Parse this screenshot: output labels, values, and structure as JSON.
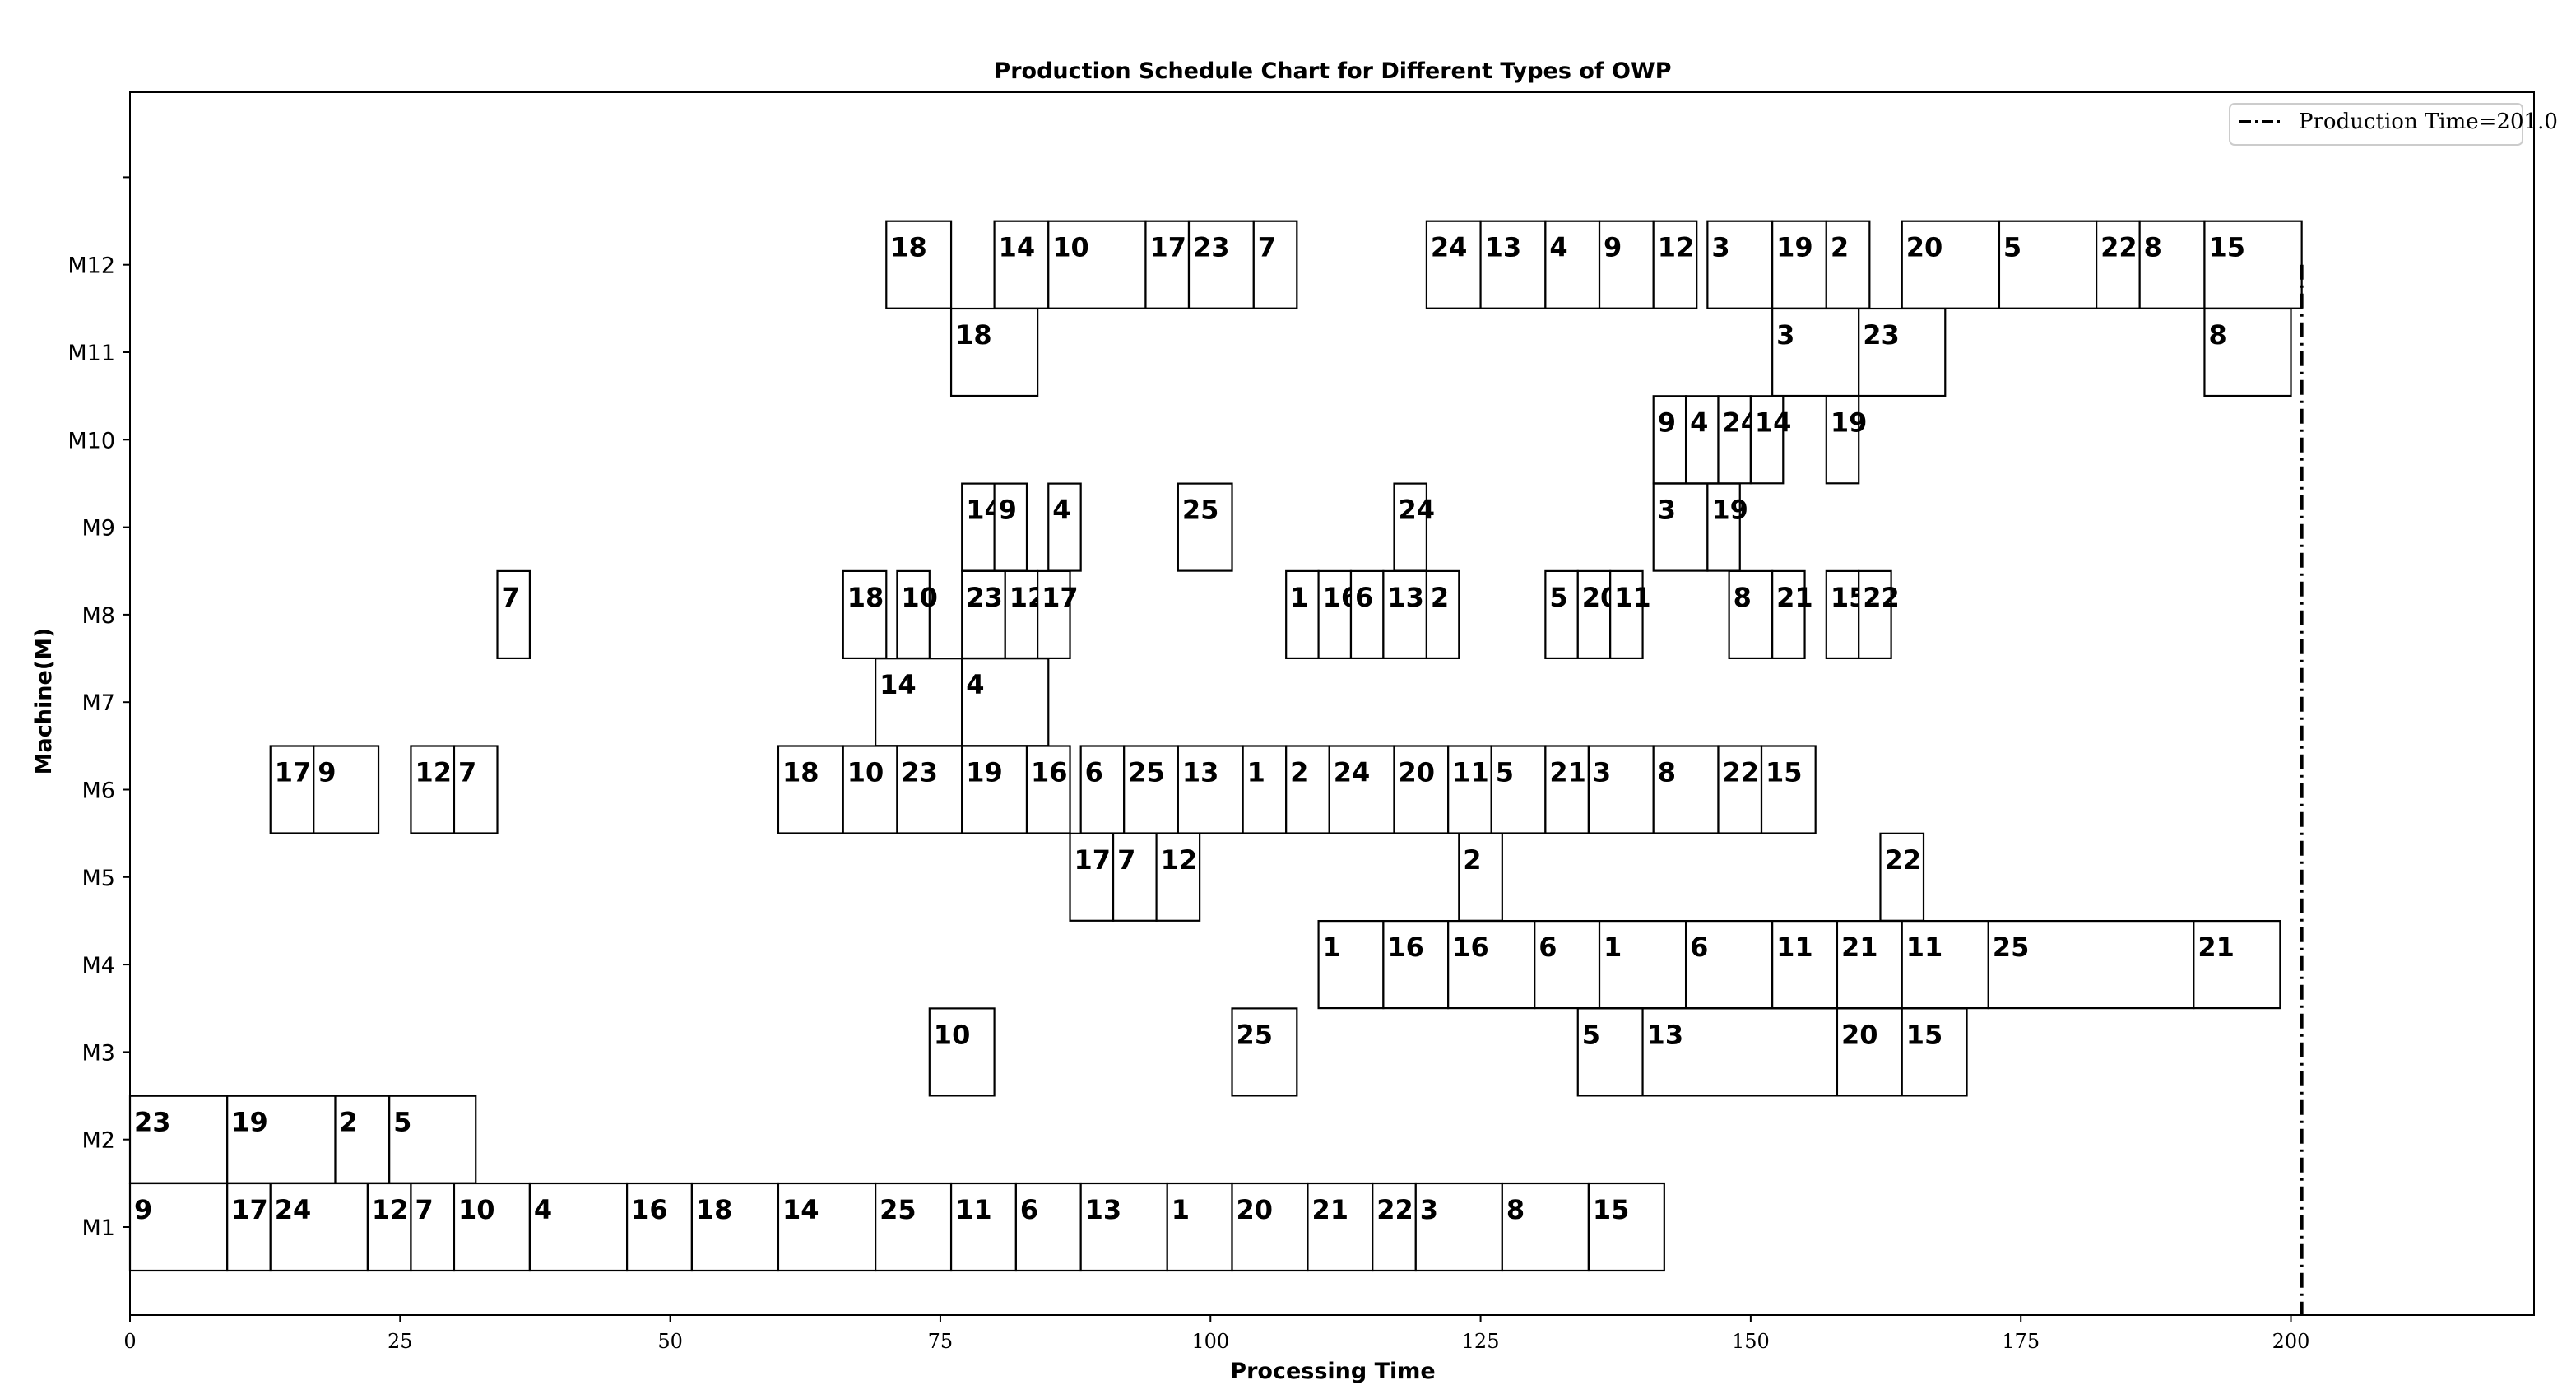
{
  "chart_data": {
    "type": "gantt",
    "title": "Production Schedule Chart for Different Types of OWP",
    "xlabel": "Processing Time",
    "ylabel": "Machine(M)",
    "xlim": [
      0,
      222.5
    ],
    "xticks": [
      0,
      25,
      50,
      75,
      100,
      125,
      150,
      175,
      200
    ],
    "machines": [
      "M1",
      "M2",
      "M3",
      "M4",
      "M5",
      "M6",
      "M7",
      "M8",
      "M9",
      "M10",
      "M11",
      "M12"
    ],
    "grid": false,
    "legend": {
      "placement": "top-right",
      "label": "Production Time=201.0"
    },
    "makespan": 201.0,
    "tasks": [
      {
        "machine": "M1",
        "job": "9",
        "start": 0,
        "end": 9
      },
      {
        "machine": "M1",
        "job": "17",
        "start": 9,
        "end": 13
      },
      {
        "machine": "M1",
        "job": "24",
        "start": 13,
        "end": 22
      },
      {
        "machine": "M1",
        "job": "12",
        "start": 22,
        "end": 26
      },
      {
        "machine": "M1",
        "job": "7",
        "start": 26,
        "end": 30
      },
      {
        "machine": "M1",
        "job": "10",
        "start": 30,
        "end": 37
      },
      {
        "machine": "M1",
        "job": "4",
        "start": 37,
        "end": 46
      },
      {
        "machine": "M1",
        "job": "16",
        "start": 46,
        "end": 52
      },
      {
        "machine": "M1",
        "job": "18",
        "start": 52,
        "end": 60
      },
      {
        "machine": "M1",
        "job": "14",
        "start": 60,
        "end": 69
      },
      {
        "machine": "M1",
        "job": "25",
        "start": 69,
        "end": 76
      },
      {
        "machine": "M1",
        "job": "11",
        "start": 76,
        "end": 82
      },
      {
        "machine": "M1",
        "job": "6",
        "start": 82,
        "end": 88
      },
      {
        "machine": "M1",
        "job": "13",
        "start": 88,
        "end": 96
      },
      {
        "machine": "M1",
        "job": "1",
        "start": 96,
        "end": 102
      },
      {
        "machine": "M1",
        "job": "20",
        "start": 102,
        "end": 109
      },
      {
        "machine": "M1",
        "job": "21",
        "start": 109,
        "end": 115
      },
      {
        "machine": "M1",
        "job": "22",
        "start": 115,
        "end": 119
      },
      {
        "machine": "M1",
        "job": "3",
        "start": 119,
        "end": 127
      },
      {
        "machine": "M1",
        "job": "8",
        "start": 127,
        "end": 135
      },
      {
        "machine": "M1",
        "job": "15",
        "start": 135,
        "end": 142
      },
      {
        "machine": "M2",
        "job": "23",
        "start": 0,
        "end": 9
      },
      {
        "machine": "M2",
        "job": "19",
        "start": 9,
        "end": 19
      },
      {
        "machine": "M2",
        "job": "2",
        "start": 19,
        "end": 24
      },
      {
        "machine": "M2",
        "job": "5",
        "start": 24,
        "end": 32
      },
      {
        "machine": "M3",
        "job": "10",
        "start": 74,
        "end": 80
      },
      {
        "machine": "M3",
        "job": "25",
        "start": 102,
        "end": 108
      },
      {
        "machine": "M3",
        "job": "5",
        "start": 134,
        "end": 140
      },
      {
        "machine": "M3",
        "job": "13",
        "start": 140,
        "end": 158
      },
      {
        "machine": "M3",
        "job": "20",
        "start": 158,
        "end": 164
      },
      {
        "machine": "M3",
        "job": "15",
        "start": 164,
        "end": 170
      },
      {
        "machine": "M4",
        "job": "1",
        "start": 110,
        "end": 116
      },
      {
        "machine": "M4",
        "job": "16",
        "start": 116,
        "end": 122
      },
      {
        "machine": "M4",
        "job": "16",
        "start": 122,
        "end": 130
      },
      {
        "machine": "M4",
        "job": "6",
        "start": 130,
        "end": 136
      },
      {
        "machine": "M4",
        "job": "1",
        "start": 136,
        "end": 144
      },
      {
        "machine": "M4",
        "job": "6",
        "start": 144,
        "end": 152
      },
      {
        "machine": "M4",
        "job": "11",
        "start": 152,
        "end": 158
      },
      {
        "machine": "M4",
        "job": "21",
        "start": 158,
        "end": 164
      },
      {
        "machine": "M4",
        "job": "11",
        "start": 164,
        "end": 172
      },
      {
        "machine": "M4",
        "job": "25",
        "start": 172,
        "end": 191
      },
      {
        "machine": "M4",
        "job": "21",
        "start": 191,
        "end": 199
      },
      {
        "machine": "M5",
        "job": "17",
        "start": 87,
        "end": 91
      },
      {
        "machine": "M5",
        "job": "7",
        "start": 91,
        "end": 95
      },
      {
        "machine": "M5",
        "job": "12",
        "start": 95,
        "end": 99
      },
      {
        "machine": "M5",
        "job": "2",
        "start": 123,
        "end": 127
      },
      {
        "machine": "M5",
        "job": "22",
        "start": 162,
        "end": 166
      },
      {
        "machine": "M6",
        "job": "17",
        "start": 13,
        "end": 17
      },
      {
        "machine": "M6",
        "job": "9",
        "start": 17,
        "end": 23
      },
      {
        "machine": "M6",
        "job": "12",
        "start": 26,
        "end": 30
      },
      {
        "machine": "M6",
        "job": "7",
        "start": 30,
        "end": 34
      },
      {
        "machine": "M6",
        "job": "18",
        "start": 60,
        "end": 66
      },
      {
        "machine": "M6",
        "job": "10",
        "start": 66,
        "end": 71
      },
      {
        "machine": "M6",
        "job": "23",
        "start": 71,
        "end": 77
      },
      {
        "machine": "M6",
        "job": "19",
        "start": 77,
        "end": 83
      },
      {
        "machine": "M6",
        "job": "16",
        "start": 83,
        "end": 87
      },
      {
        "machine": "M6",
        "job": "6",
        "start": 88,
        "end": 92
      },
      {
        "machine": "M6",
        "job": "25",
        "start": 92,
        "end": 97
      },
      {
        "machine": "M6",
        "job": "13",
        "start": 97,
        "end": 103
      },
      {
        "machine": "M6",
        "job": "1",
        "start": 103,
        "end": 107
      },
      {
        "machine": "M6",
        "job": "2",
        "start": 107,
        "end": 111
      },
      {
        "machine": "M6",
        "job": "24",
        "start": 111,
        "end": 117
      },
      {
        "machine": "M6",
        "job": "20",
        "start": 117,
        "end": 122
      },
      {
        "machine": "M6",
        "job": "11",
        "start": 122,
        "end": 126
      },
      {
        "machine": "M6",
        "job": "5",
        "start": 126,
        "end": 131
      },
      {
        "machine": "M6",
        "job": "21",
        "start": 131,
        "end": 135
      },
      {
        "machine": "M6",
        "job": "3",
        "start": 135,
        "end": 141
      },
      {
        "machine": "M6",
        "job": "8",
        "start": 141,
        "end": 147
      },
      {
        "machine": "M6",
        "job": "22",
        "start": 147,
        "end": 151
      },
      {
        "machine": "M6",
        "job": "15",
        "start": 151,
        "end": 156
      },
      {
        "machine": "M7",
        "job": "14",
        "start": 69,
        "end": 77
      },
      {
        "machine": "M7",
        "job": "4",
        "start": 77,
        "end": 85
      },
      {
        "machine": "M8",
        "job": "7",
        "start": 34,
        "end": 37
      },
      {
        "machine": "M8",
        "job": "18",
        "start": 66,
        "end": 70
      },
      {
        "machine": "M8",
        "job": "10",
        "start": 71,
        "end": 74
      },
      {
        "machine": "M8",
        "job": "23",
        "start": 77,
        "end": 81
      },
      {
        "machine": "M8",
        "job": "12",
        "start": 81,
        "end": 84
      },
      {
        "machine": "M8",
        "job": "17",
        "start": 84,
        "end": 87
      },
      {
        "machine": "M8",
        "job": "1",
        "start": 107,
        "end": 110
      },
      {
        "machine": "M8",
        "job": "16",
        "start": 110,
        "end": 113
      },
      {
        "machine": "M8",
        "job": "6",
        "start": 113,
        "end": 116
      },
      {
        "machine": "M8",
        "job": "13",
        "start": 116,
        "end": 120
      },
      {
        "machine": "M8",
        "job": "2",
        "start": 120,
        "end": 123
      },
      {
        "machine": "M8",
        "job": "5",
        "start": 131,
        "end": 134
      },
      {
        "machine": "M8",
        "job": "20",
        "start": 134,
        "end": 137
      },
      {
        "machine": "M8",
        "job": "11",
        "start": 137,
        "end": 140
      },
      {
        "machine": "M8",
        "job": "8",
        "start": 148,
        "end": 152
      },
      {
        "machine": "M8",
        "job": "21",
        "start": 152,
        "end": 155
      },
      {
        "machine": "M8",
        "job": "15",
        "start": 157,
        "end": 160
      },
      {
        "machine": "M8",
        "job": "22",
        "start": 160,
        "end": 163
      },
      {
        "machine": "M9",
        "job": "14",
        "start": 77,
        "end": 80
      },
      {
        "machine": "M9",
        "job": "9",
        "start": 80,
        "end": 83
      },
      {
        "machine": "M9",
        "job": "4",
        "start": 85,
        "end": 88
      },
      {
        "machine": "M9",
        "job": "25",
        "start": 97,
        "end": 102
      },
      {
        "machine": "M9",
        "job": "24",
        "start": 117,
        "end": 120
      },
      {
        "machine": "M9",
        "job": "3",
        "start": 141,
        "end": 146
      },
      {
        "machine": "M9",
        "job": "19",
        "start": 146,
        "end": 149
      },
      {
        "machine": "M10",
        "job": "9",
        "start": 141,
        "end": 144
      },
      {
        "machine": "M10",
        "job": "4",
        "start": 144,
        "end": 147
      },
      {
        "machine": "M10",
        "job": "24",
        "start": 147,
        "end": 150
      },
      {
        "machine": "M10",
        "job": "14",
        "start": 150,
        "end": 153
      },
      {
        "machine": "M10",
        "job": "19",
        "start": 157,
        "end": 160
      },
      {
        "machine": "M11",
        "job": "18",
        "start": 76,
        "end": 84
      },
      {
        "machine": "M11",
        "job": "3",
        "start": 152,
        "end": 160
      },
      {
        "machine": "M11",
        "job": "23",
        "start": 160,
        "end": 168
      },
      {
        "machine": "M11",
        "job": "8",
        "start": 192,
        "end": 200
      },
      {
        "machine": "M12",
        "job": "18",
        "start": 70,
        "end": 76
      },
      {
        "machine": "M12",
        "job": "14",
        "start": 80,
        "end": 85
      },
      {
        "machine": "M12",
        "job": "10",
        "start": 85,
        "end": 94
      },
      {
        "machine": "M12",
        "job": "17",
        "start": 94,
        "end": 98
      },
      {
        "machine": "M12",
        "job": "23",
        "start": 98,
        "end": 104
      },
      {
        "machine": "M12",
        "job": "7",
        "start": 104,
        "end": 108
      },
      {
        "machine": "M12",
        "job": "24",
        "start": 120,
        "end": 125
      },
      {
        "machine": "M12",
        "job": "13",
        "start": 125,
        "end": 131
      },
      {
        "machine": "M12",
        "job": "4",
        "start": 131,
        "end": 136
      },
      {
        "machine": "M12",
        "job": "9",
        "start": 136,
        "end": 141
      },
      {
        "machine": "M12",
        "job": "12",
        "start": 141,
        "end": 145
      },
      {
        "machine": "M12",
        "job": "3",
        "start": 146,
        "end": 152
      },
      {
        "machine": "M12",
        "job": "19",
        "start": 152,
        "end": 157
      },
      {
        "machine": "M12",
        "job": "2",
        "start": 157,
        "end": 161
      },
      {
        "machine": "M12",
        "job": "20",
        "start": 164,
        "end": 173
      },
      {
        "machine": "M12",
        "job": "5",
        "start": 173,
        "end": 182
      },
      {
        "machine": "M12",
        "job": "22",
        "start": 182,
        "end": 186
      },
      {
        "machine": "M12",
        "job": "8",
        "start": 186,
        "end": 192
      },
      {
        "machine": "M12",
        "job": "15",
        "start": 192,
        "end": 201
      }
    ]
  }
}
